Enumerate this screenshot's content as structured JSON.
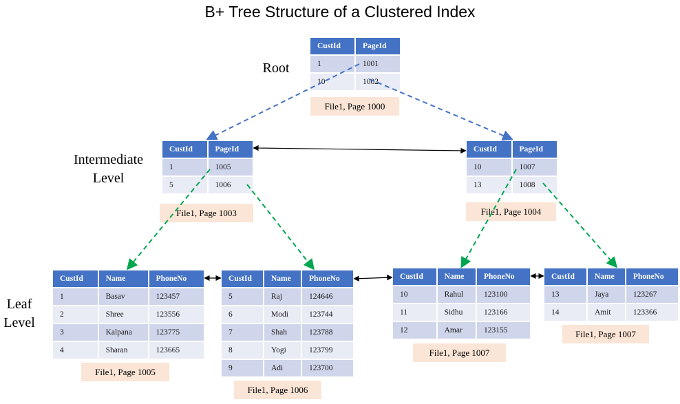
{
  "title": "B+ Tree Structure of a Clustered Index",
  "levels": {
    "root": "Root",
    "intermediate_line1": "Intermediate",
    "intermediate_line2": "Level",
    "leaf_line1": "Leaf",
    "leaf_line2": "Level"
  },
  "nodes": {
    "root": {
      "headers": [
        "CustId",
        "PageId"
      ],
      "rows": [
        [
          "1",
          "1001"
        ],
        [
          "10",
          "1002"
        ]
      ],
      "caption": "File1, Page 1000"
    },
    "intermediate_left": {
      "headers": [
        "CustId",
        "PageId"
      ],
      "rows": [
        [
          "1",
          "1005"
        ],
        [
          "5",
          "1006"
        ]
      ],
      "caption": "File1, Page 1003"
    },
    "intermediate_right": {
      "headers": [
        "CustId",
        "PageId"
      ],
      "rows": [
        [
          "10",
          "1007"
        ],
        [
          "13",
          "1008"
        ]
      ],
      "caption": "File1, Page 1004"
    },
    "leaf_1": {
      "headers": [
        "CustId",
        "Name",
        "PhoneNo"
      ],
      "rows": [
        [
          "1",
          "Basav",
          "123457"
        ],
        [
          "2",
          "Shree",
          "123556"
        ],
        [
          "3",
          "Kalpana",
          "123775"
        ],
        [
          "4",
          "Sharan",
          "123665"
        ]
      ],
      "caption": "File1, Page 1005"
    },
    "leaf_2": {
      "headers": [
        "CustId",
        "Name",
        "PhoneNo"
      ],
      "rows": [
        [
          "5",
          "Raj",
          "124646"
        ],
        [
          "6",
          "Modi",
          "123744"
        ],
        [
          "7",
          "Shah",
          "123788"
        ],
        [
          "8",
          "Yogi",
          "123799"
        ],
        [
          "9",
          "Adi",
          "123700"
        ]
      ],
      "caption": "File1, Page 1006"
    },
    "leaf_3": {
      "headers": [
        "CustId",
        "Name",
        "PhoneNo"
      ],
      "rows": [
        [
          "10",
          "Rahul",
          "123100"
        ],
        [
          "11",
          "Sidhu",
          "123166"
        ],
        [
          "12",
          "Amar",
          "123155"
        ]
      ],
      "caption": "File1, Page 1007"
    },
    "leaf_4": {
      "headers": [
        "CustId",
        "Name",
        "PhoneNo"
      ],
      "rows": [
        [
          "13",
          "Jaya",
          "123267"
        ],
        [
          "14",
          "Amit",
          "123366"
        ]
      ],
      "caption": "File1, Page 1007"
    }
  },
  "colors": {
    "header": "#4472c4",
    "row_odd": "#cfd5ea",
    "row_even": "#e9ebf5",
    "caption_bg": "#fbe5d6",
    "root_pointer": "#4472c4",
    "leaf_pointer": "#00a650",
    "sibling_link": "#000000"
  }
}
